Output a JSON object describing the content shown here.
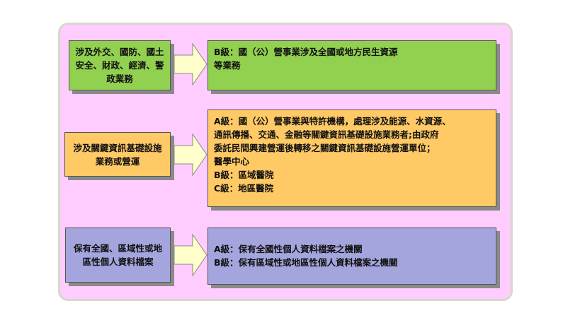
{
  "colors": {
    "green": "#92d050",
    "orange": "#ffc965",
    "purple": "#a5a5de",
    "background": "#ffccff"
  },
  "rows": [
    {
      "left": "涉及外交、國防、國土安全、財政、經濟、警政業務",
      "right": [
        "B級：國（公）營事業涉及全國或地方民生資源",
        "等業務"
      ]
    },
    {
      "left": "涉及關鍵資訊基礎設施業務或營運",
      "right": [
        "A級：國（公）營事業與特許機構，處理涉及能源、水資源、",
        "通訊傳播、交通、金融等關鍵資訊基礎設施業務者;由政府",
        "委託民間興建營運後轉移之關鍵資訊基礎設施營運單位；",
        "醫學中心",
        "B級：區域醫院",
        "C級：地區醫院"
      ]
    },
    {
      "left": "保有全國、區域性或地區性個人資料檔案",
      "right": [
        "A級：保有全國性個人資料檔案之機關",
        "B級：保有區域性或地區性個人資料檔案之機關"
      ]
    }
  ]
}
